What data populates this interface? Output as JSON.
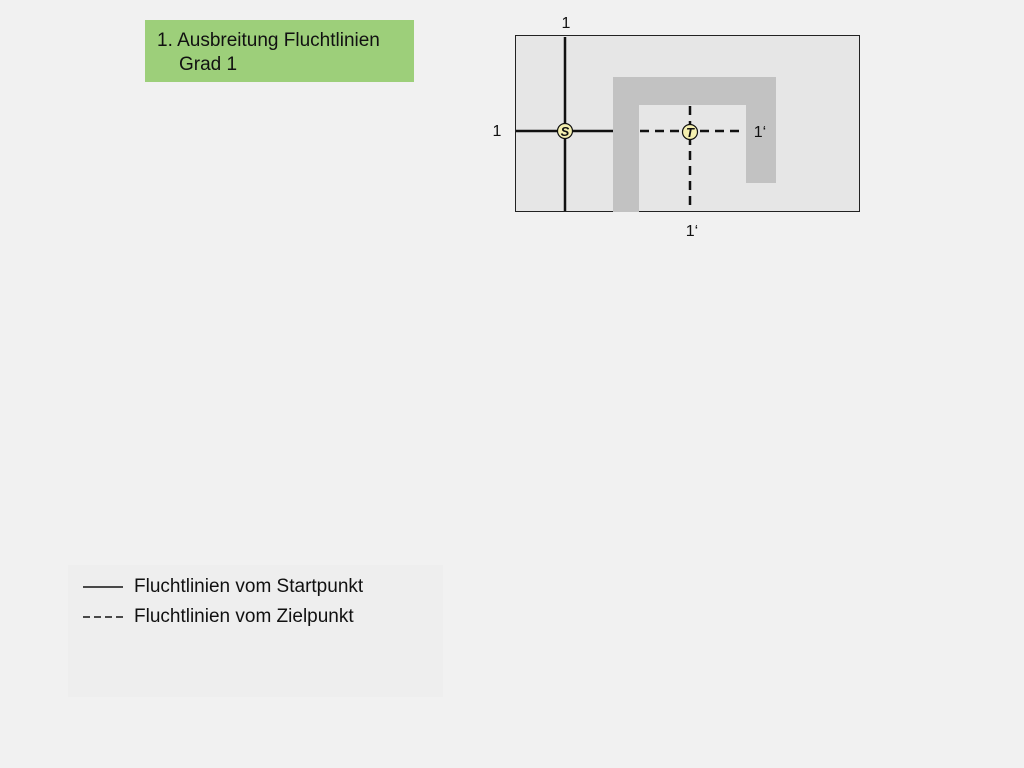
{
  "title": {
    "line1": "1. Ausbreitung Fluchtlinien",
    "line2": "Grad 1"
  },
  "diagram": {
    "start_marker": "S",
    "target_marker": "T",
    "start_line_label_top": "1",
    "start_line_label_left": "1",
    "target_line_label_right": "1‘",
    "target_line_label_bottom": "1‘",
    "colors": {
      "field": "#e6e6e6",
      "obstacle": "#c2c2c2",
      "marker_fill": "#f5f0b0",
      "line": "#111111"
    }
  },
  "legend": {
    "items": [
      {
        "style": "solid",
        "label": "Fluchtlinien vom Startpunkt"
      },
      {
        "style": "dashed",
        "label": "Fluchtlinien vom Zielpunkt"
      }
    ]
  }
}
